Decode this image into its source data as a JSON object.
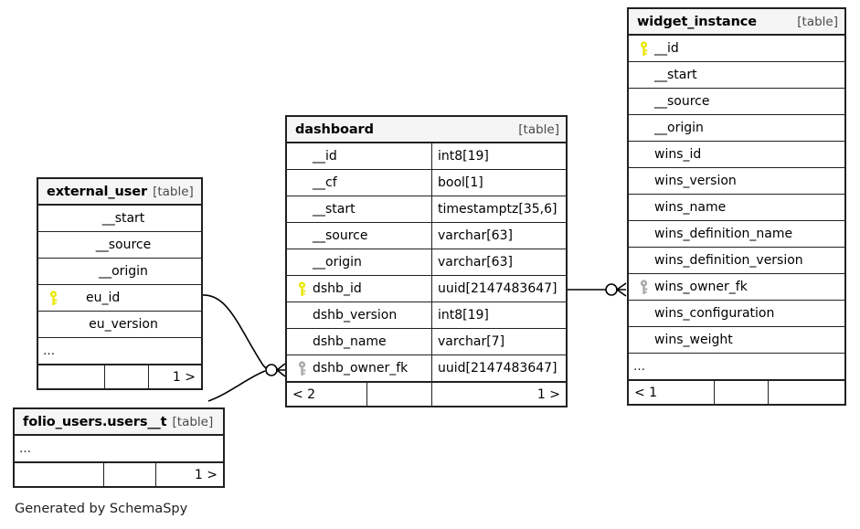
{
  "diagram": {
    "generator_note": "Generated by SchemaSpy",
    "table_tag": "[table]",
    "ellipsis": "…",
    "icons": {
      "primary_key": "key-icon-primary",
      "foreign_key": "key-icon-foreign",
      "primary_key_color": "#e8e80d",
      "foreign_key_color": "#a8a8a8"
    },
    "colors": {
      "background": "#ffffff",
      "border": "#212121",
      "header_fill": "#f5f5f5",
      "text": "#000000",
      "tag_text": "#4a4a4a"
    }
  },
  "tables": {
    "dashboard": {
      "name": "dashboard",
      "tag": "[table]",
      "columns": [
        {
          "key": "",
          "name": "__id",
          "type": "int8[19]"
        },
        {
          "key": "",
          "name": "__cf",
          "type": "bool[1]"
        },
        {
          "key": "",
          "name": "__start",
          "type": "timestamptz[35,6]"
        },
        {
          "key": "",
          "name": "__source",
          "type": "varchar[63]"
        },
        {
          "key": "",
          "name": "__origin",
          "type": "varchar[63]"
        },
        {
          "key": "pk",
          "name": "dshb_id",
          "type": "uuid[2147483647]"
        },
        {
          "key": "",
          "name": "dshb_version",
          "type": "int8[19]"
        },
        {
          "key": "",
          "name": "dshb_name",
          "type": "varchar[7]"
        },
        {
          "key": "fk",
          "name": "dshb_owner_fk",
          "type": "uuid[2147483647]"
        }
      ],
      "footer": {
        "left": "< 2",
        "middle": "",
        "right": "1 >"
      }
    },
    "widget_instance": {
      "name": "widget_instance",
      "tag": "[table]",
      "columns": [
        {
          "key": "pk",
          "name": "__id"
        },
        {
          "key": "",
          "name": "__start"
        },
        {
          "key": "",
          "name": "__source"
        },
        {
          "key": "",
          "name": "__origin"
        },
        {
          "key": "",
          "name": "wins_id"
        },
        {
          "key": "",
          "name": "wins_version"
        },
        {
          "key": "",
          "name": "wins_name"
        },
        {
          "key": "",
          "name": "wins_definition_name"
        },
        {
          "key": "",
          "name": "wins_definition_version"
        },
        {
          "key": "fk",
          "name": "wins_owner_fk"
        },
        {
          "key": "",
          "name": "wins_configuration"
        },
        {
          "key": "",
          "name": "wins_weight"
        }
      ],
      "more": "…",
      "footer": {
        "left": "< 1",
        "middle": "",
        "right": ""
      }
    },
    "external_user": {
      "name": "external_user",
      "tag": "[table]",
      "columns": [
        {
          "key": "",
          "name": "__start"
        },
        {
          "key": "",
          "name": "__source"
        },
        {
          "key": "",
          "name": "__origin"
        },
        {
          "key": "pk",
          "name": "eu_id"
        },
        {
          "key": "",
          "name": "eu_version"
        }
      ],
      "more": "…",
      "footer": {
        "left": "",
        "middle": "",
        "right": "1 >"
      }
    },
    "folio_users_users_t": {
      "name": "folio_users.users__t",
      "tag": "[table]",
      "columns": [],
      "more": "…",
      "footer": {
        "left": "",
        "middle": "",
        "right": "1 >"
      }
    }
  },
  "relationships": [
    {
      "from": "external_user.eu_id",
      "to": "dashboard.dshb_owner_fk",
      "style": "curve"
    },
    {
      "from": "folio_users.users__t",
      "to": "dashboard.dshb_owner_fk",
      "style": "curve"
    },
    {
      "from": "dashboard.dshb_id",
      "to": "widget_instance.wins_owner_fk",
      "style": "straight"
    }
  ]
}
